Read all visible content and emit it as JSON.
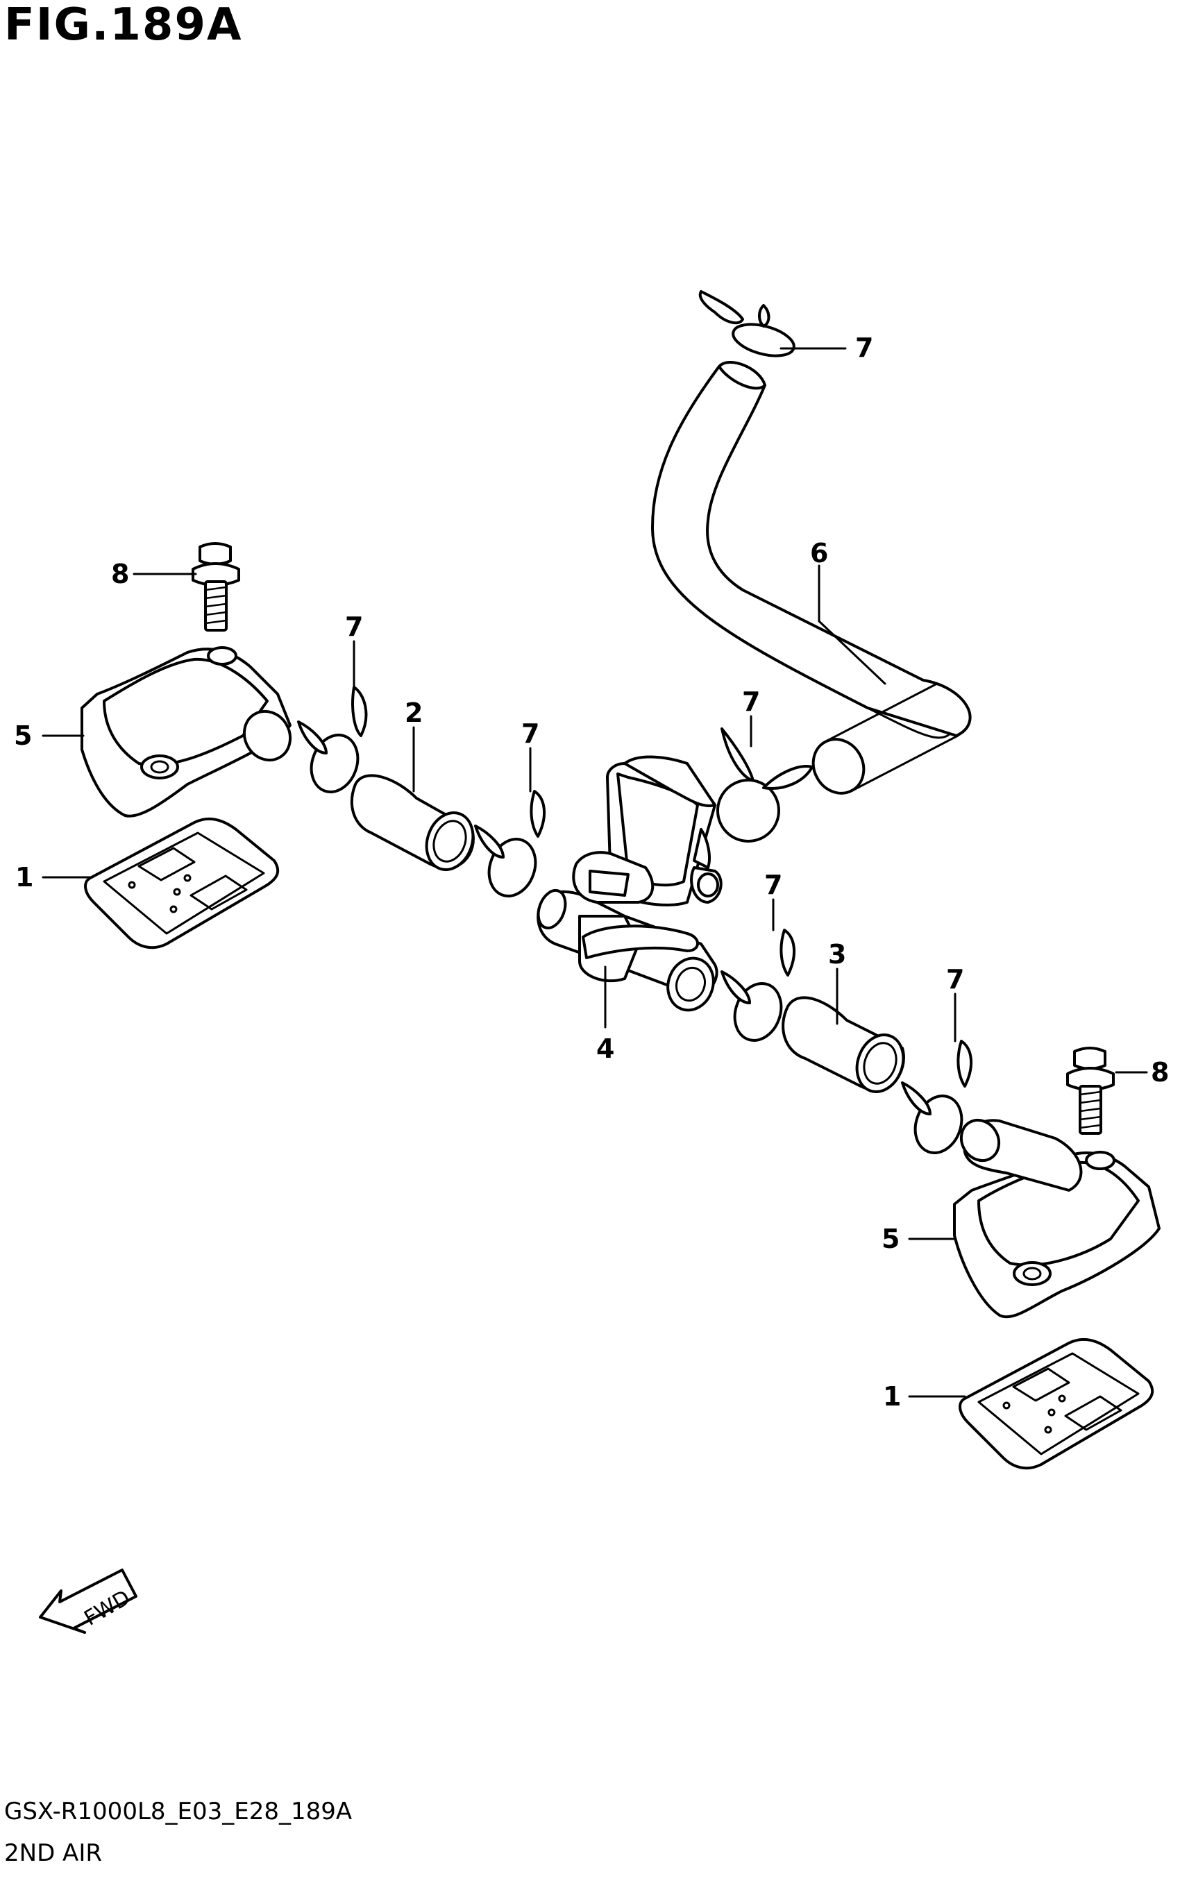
{
  "figure": {
    "title": "FIG.189A",
    "code": "GSX-R1000L8_E03_E28_189A",
    "name": "2ND AIR",
    "fwd_label": "FWD"
  },
  "callouts": [
    {
      "id": "c7-top",
      "label": "7"
    },
    {
      "id": "c6",
      "label": "6"
    },
    {
      "id": "c8-left",
      "label": "8"
    },
    {
      "id": "c7-a",
      "label": "7"
    },
    {
      "id": "c5-left",
      "label": "5"
    },
    {
      "id": "c2",
      "label": "2"
    },
    {
      "id": "c7-b",
      "label": "7"
    },
    {
      "id": "c7-c",
      "label": "7"
    },
    {
      "id": "c1-left",
      "label": "1"
    },
    {
      "id": "c4",
      "label": "4"
    },
    {
      "id": "c7-d",
      "label": "7"
    },
    {
      "id": "c3",
      "label": "3"
    },
    {
      "id": "c7-e",
      "label": "7"
    },
    {
      "id": "c8-right",
      "label": "8"
    },
    {
      "id": "c5-right",
      "label": "5"
    },
    {
      "id": "c1-right",
      "label": "1"
    }
  ]
}
